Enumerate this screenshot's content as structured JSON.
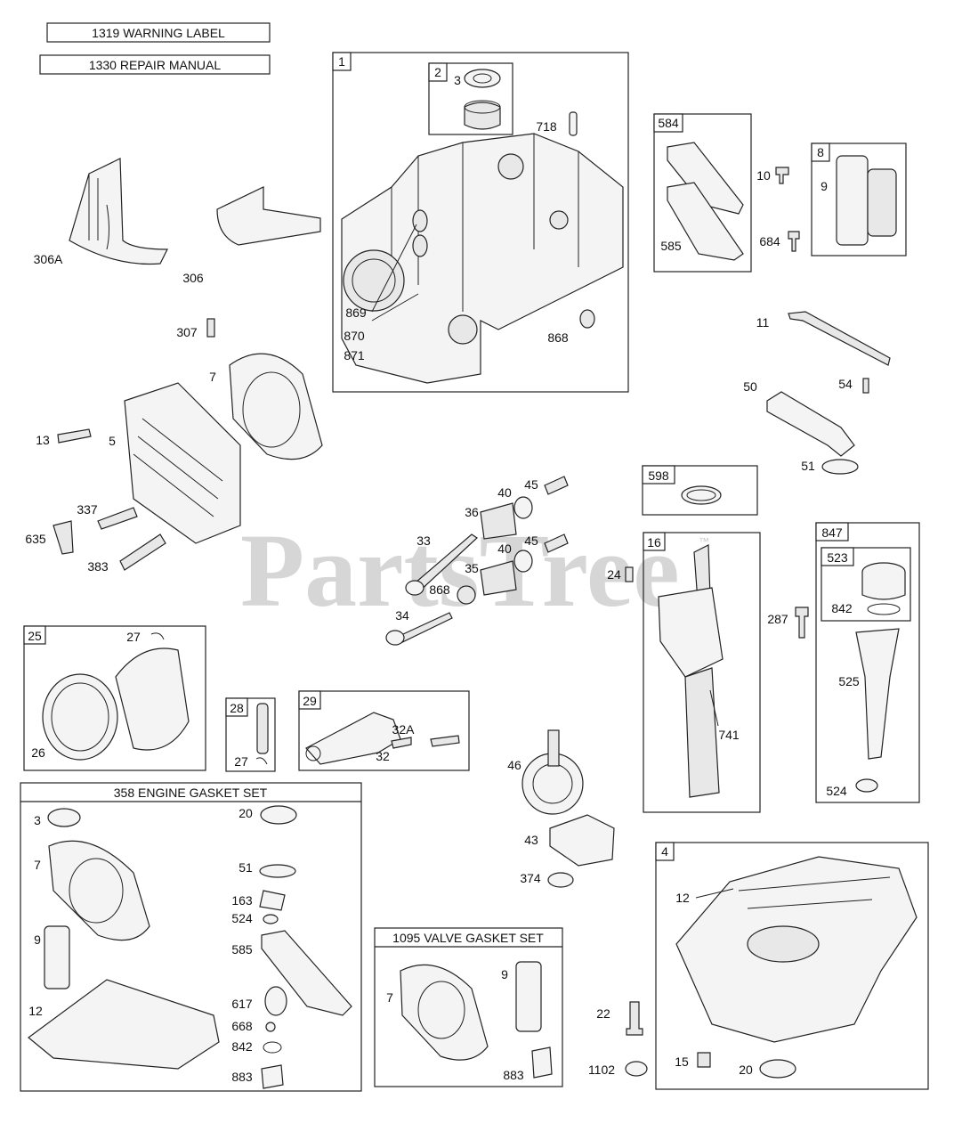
{
  "watermark": "PartsTree",
  "watermark_tm": "™",
  "kits": {
    "warning_label": "1319 WARNING LABEL",
    "repair_manual": "1330 REPAIR MANUAL",
    "engine_gasket_set": "358 ENGINE GASKET SET",
    "valve_gasket_set": "1095 VALVE GASKET SET"
  },
  "groups": {
    "g1": "1",
    "g2": "2",
    "g584": "584",
    "g8": "8",
    "g598": "598",
    "g16": "16",
    "g847": "847",
    "g523": "523",
    "g25": "25",
    "g28": "28",
    "g29": "29",
    "g4": "4"
  },
  "labels": {
    "p306A": "306A",
    "p306": "306",
    "p307": "307",
    "p7a": "7",
    "p13": "13",
    "p5": "5",
    "p337": "337",
    "p635": "635",
    "p383": "383",
    "p3a": "3",
    "p718": "718",
    "p869": "869",
    "p870": "870",
    "p871": "871",
    "p868a": "868",
    "p10": "10",
    "p684": "684",
    "p585a": "585",
    "p9a": "9",
    "p11": "11",
    "p50": "50",
    "p54": "54",
    "p51a": "51",
    "p40a": "40",
    "p45a": "45",
    "p36": "36",
    "p33": "33",
    "p40b": "40",
    "p45b": "45",
    "p35": "35",
    "p868b": "868",
    "p34": "34",
    "p24": "24",
    "p741": "741",
    "p287": "287",
    "p842a": "842",
    "p525": "525",
    "p524a": "524",
    "p27a": "27",
    "p26": "26",
    "p27b": "27",
    "p32A": "32A",
    "p32": "32",
    "p46": "46",
    "p43": "43",
    "p374": "374",
    "p3b": "3",
    "p7b": "7",
    "p9b": "9",
    "p12a": "12",
    "p20a": "20",
    "p51b": "51",
    "p163": "163",
    "p524b": "524",
    "p585b": "585",
    "p617": "617",
    "p668": "668",
    "p842b": "842",
    "p883a": "883",
    "p7c": "7",
    "p9c": "9",
    "p883b": "883",
    "p22": "22",
    "p1102": "1102",
    "p12b": "12",
    "p15": "15",
    "p20b": "20"
  }
}
